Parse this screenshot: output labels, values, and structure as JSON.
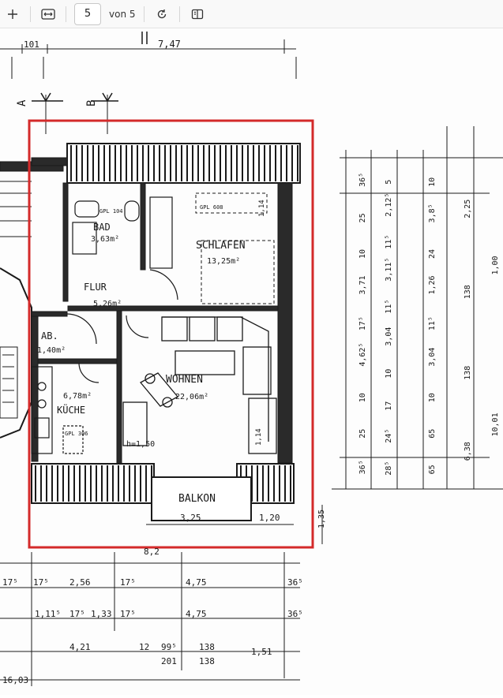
{
  "toolbar": {
    "add_icon": "plus-icon",
    "fit_icon": "fit-width-icon",
    "page_number": "5",
    "page_of_label": "von 5",
    "rotate_icon": "rotate-icon",
    "two_page_icon": "two-page-view-icon"
  },
  "colors": {
    "highlight": "#d42a2a",
    "ink": "#1a1a1a",
    "toolbar_bg": "#f9f9f9"
  },
  "plan": {
    "rooms": {
      "bad": "BAD",
      "bad_area": "3,63m²",
      "bad_gpl": "GPL 104",
      "schlafen": "SCHLAFEN",
      "schlafen_area": "13,25m²",
      "schlafen_gpl": "GPL 608",
      "flur": "FLUR",
      "flur_area": "5,26m²",
      "ab": "AB.",
      "ab_area": "1,40m²",
      "wohnen": "WOHNEN",
      "wohnen_area": "22,06m²",
      "kueche_area": "6,78m²",
      "kueche": "KÜCHE",
      "kueche_gpl": "GPL 306",
      "balkon": "BALKON"
    },
    "marks": {
      "section_a": "A",
      "section_b": "B",
      "h_label": "h=1,50",
      "w114": "1,14",
      "w114b": "1,14"
    },
    "dims_top": [
      "101",
      "7,47"
    ],
    "dims_bottom_row1": [
      "17⁵",
      "17⁵",
      "2,56",
      "17⁵",
      "4,75",
      "36⁵"
    ],
    "dims_bottom_row2": [
      "1,11⁵",
      "17⁵",
      "1,33",
      "17⁵",
      "4,75",
      "36⁵"
    ],
    "dims_bottom_row3": [
      "4,21",
      "12",
      "99⁵",
      "201",
      "138",
      "138",
      "1,51"
    ],
    "dims_bottom_row4": [
      "16,03"
    ],
    "balkon_dims": [
      "3,25",
      "1,20"
    ],
    "total_width": "8,2",
    "dims_right_col1": [
      "36⁵",
      "25",
      "10",
      "3,71",
      "17⁵",
      "4,62⁵",
      "10",
      "25",
      "36⁵"
    ],
    "dims_right_col2": [
      "5",
      "2,12⁵",
      "11⁵",
      "3,11⁵",
      "11⁵",
      "3,04",
      "10",
      "17",
      "24⁵",
      "28⁵"
    ],
    "dims_right_col3": [
      "10",
      "3,8⁵",
      "24",
      "1,26",
      "11⁵",
      "3,04",
      "10",
      "65",
      "65"
    ],
    "dims_right_col4": [
      "2,25",
      "138",
      "138",
      "6,38"
    ],
    "dims_right_col5": [
      "1,00",
      "10,01"
    ],
    "dim_135": "1,35"
  }
}
